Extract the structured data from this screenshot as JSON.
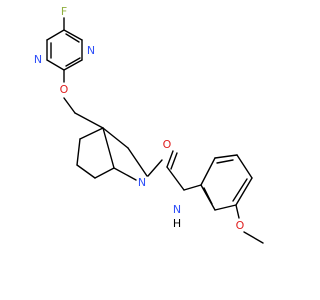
{
  "molecule": {
    "atoms": {
      "fluorine": "F",
      "pyrimidine_n_upper": "N",
      "pyrimidine_n_lower": "N",
      "ether_oxygen": "O",
      "pyrrolidine_n": "N",
      "carbonyl_oxygen": "O",
      "amide_nh": "N",
      "amide_h": "H",
      "methoxy_oxygen": "O"
    },
    "colors": {
      "bond": "#000000",
      "fluorine": "#90b040",
      "nitrogen": "#3050f8",
      "oxygen": "#e02020",
      "hydrogen": "#000000"
    }
  }
}
